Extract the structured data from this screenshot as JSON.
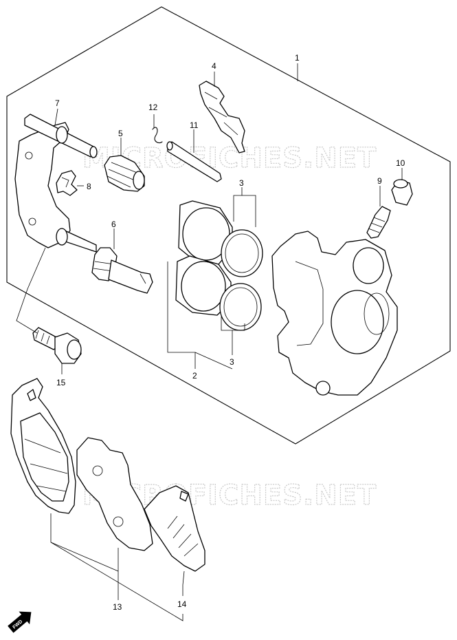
{
  "watermark": {
    "text_top": "MICROFICHES.NET",
    "text_bottom": "MICROFICHES.NET"
  },
  "callouts": {
    "p1": "1",
    "p2": "2",
    "p3a": "3",
    "p3b": "3",
    "p4": "4",
    "p5": "5",
    "p6": "6",
    "p7": "7",
    "p8": "8",
    "p9": "9",
    "p10": "10",
    "p11": "11",
    "p12": "12",
    "p13": "13",
    "p14": "14",
    "p15": "15"
  },
  "direction_badge": {
    "label": "FWD",
    "icon": "arrow-icon"
  }
}
